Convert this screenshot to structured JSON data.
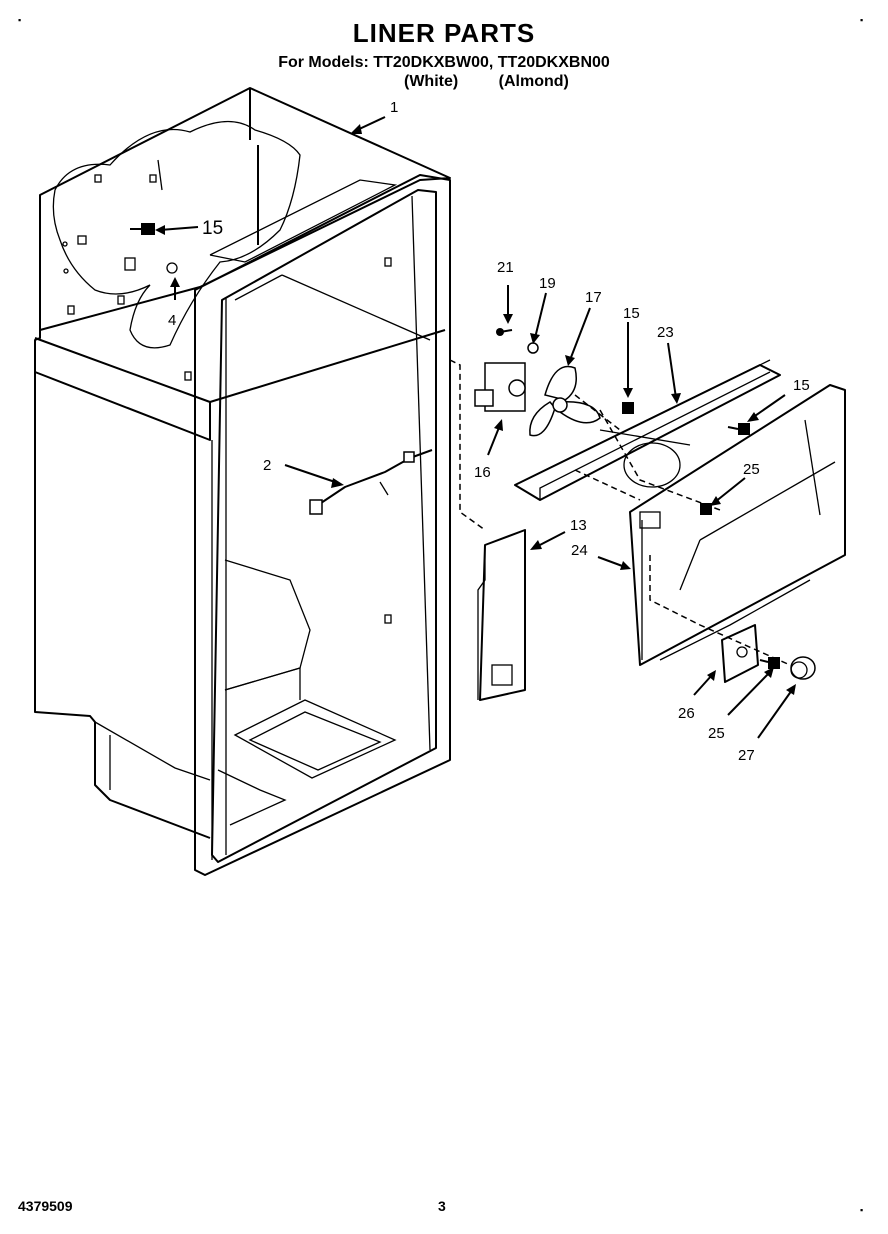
{
  "header": {
    "title": "LINER PARTS",
    "models": "For Models: TT20DKXBW00, TT20DKXBN00",
    "color_white": "(White)",
    "color_almond": "(Almond)"
  },
  "footer": {
    "doc_number": "4379509",
    "page_number": "3"
  },
  "callouts": {
    "c1": "1",
    "c15_left": "15",
    "c4": "4",
    "c2": "2",
    "c21": "21",
    "c19": "19",
    "c17": "17",
    "c15_mid": "15",
    "c23": "23",
    "c15_right": "15",
    "c16": "16",
    "c25_upper": "25",
    "c13": "13",
    "c24": "24",
    "c26": "26",
    "c25_lower": "25",
    "c27": "27"
  }
}
